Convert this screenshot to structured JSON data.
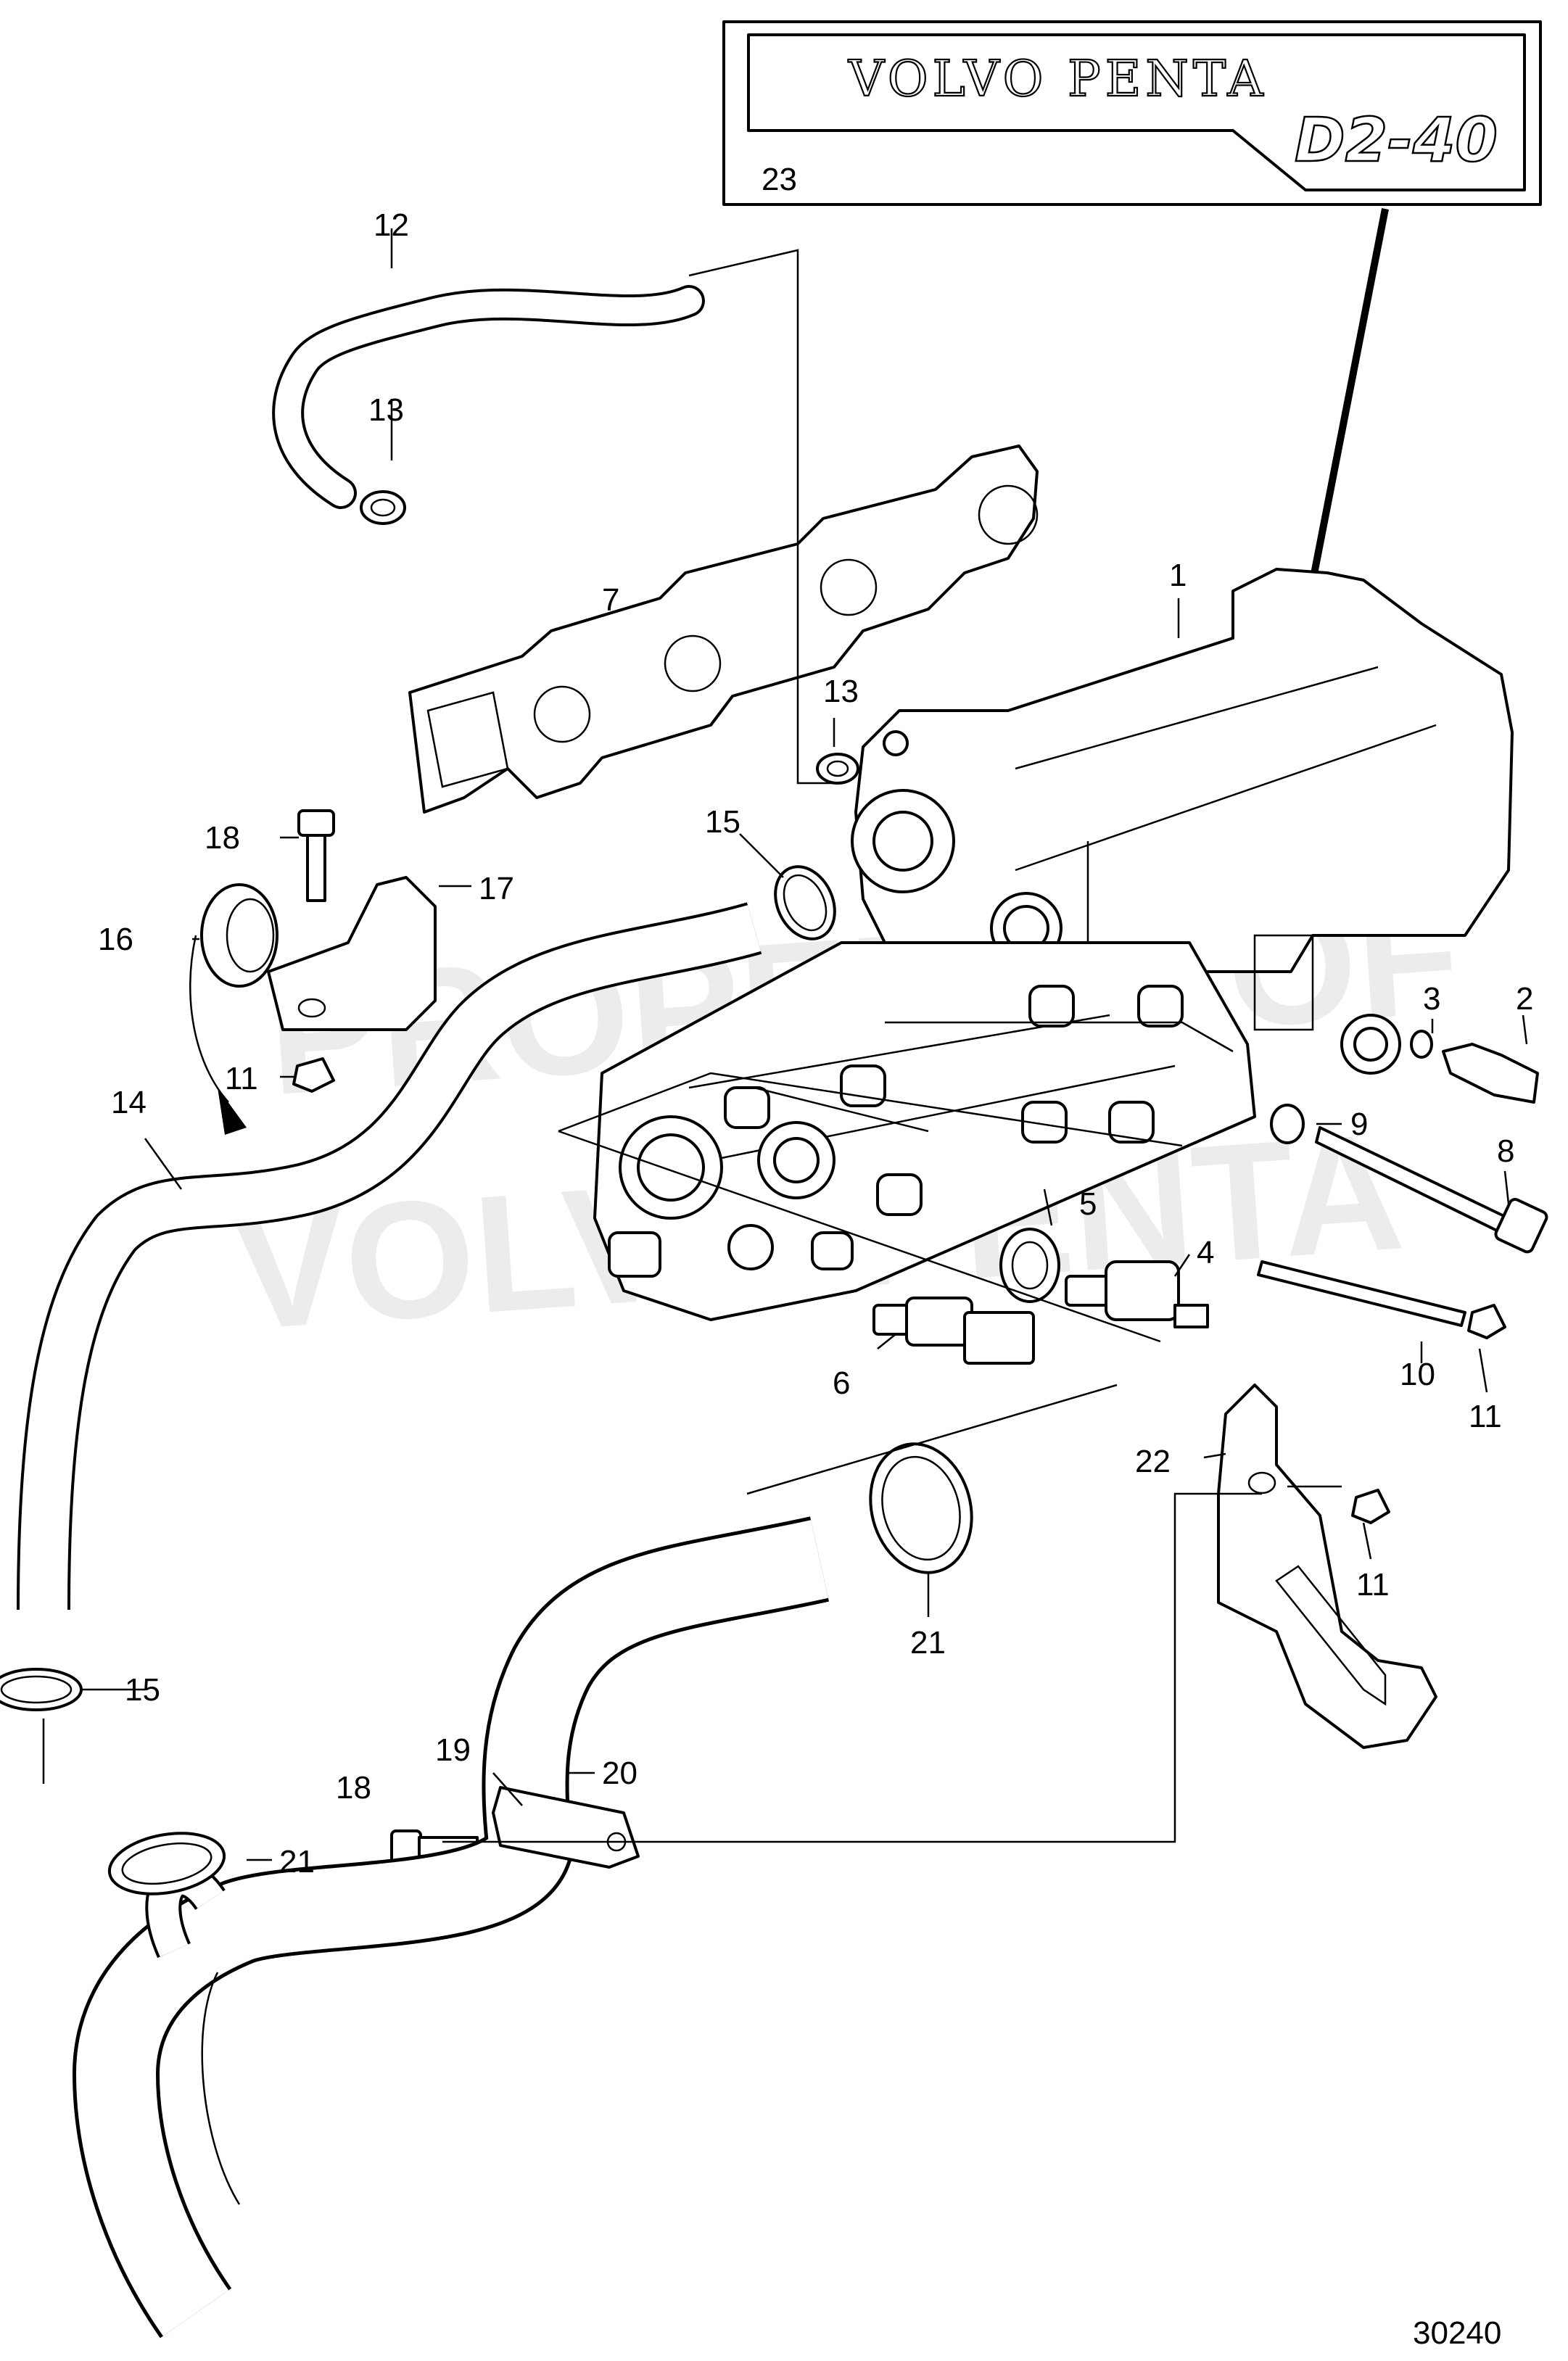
{
  "watermark": {
    "line1": "PROPERTY OF",
    "line2": "VOLVO PENTA"
  },
  "badge": {
    "brand": "VOLVO PENTA",
    "model": "D2-40",
    "number": "23"
  },
  "figure_number": "30240",
  "callouts": {
    "c1": "1",
    "c2": "2",
    "c3": "3",
    "c4": "4",
    "c5": "5",
    "c6": "6",
    "c7": "7",
    "c8": "8",
    "c9": "9",
    "c10": "10",
    "c11a": "11",
    "c11b": "11",
    "c11c": "11",
    "c12": "12",
    "c13a": "13",
    "c13b": "13",
    "c14": "14",
    "c15a": "15",
    "c15b": "15",
    "c16": "16",
    "c17": "17",
    "c18a": "18",
    "c18b": "18",
    "c19": "19",
    "c20": "20",
    "c21a": "21",
    "c21b": "21",
    "c22": "22"
  }
}
